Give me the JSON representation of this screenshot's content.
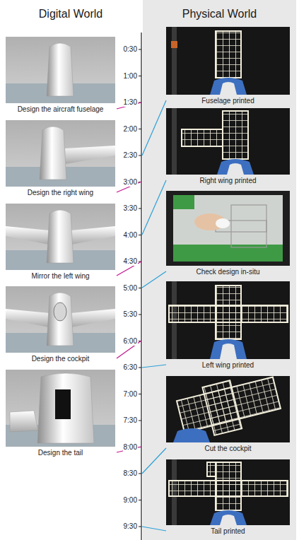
{
  "diagram": {
    "nodes": [
      {
        "text": [
          "Design the aircraft fuselage"
        ]
      },
      {
        "text": [
          "Design the right wing"
        ]
      },
      {
        "text": [
          "Mirror the left wing"
        ]
      },
      {
        "text": [
          "Design the cockpit"
        ]
      },
      {
        "text": [
          "Design the tail"
        ]
      },
      {
        "text": [
          "Fuselage printed"
        ]
      },
      {
        "text": [
          "Right wing printed"
        ]
      },
      {
        "text": [
          "Check design in-situ"
        ]
      },
      {
        "text": [
          "Left wing printed"
        ]
      },
      {
        "text": [
          "Cut the cockpit"
        ]
      },
      {
        "text": [
          "Tail printed"
        ]
      }
    ],
    "labels": [
      "Digital World",
      "Physical World",
      "0:30",
      "1:00",
      "1:30",
      "2:00",
      "2:30",
      "3:00",
      "3:30",
      "4:00",
      "4:30",
      "5:00",
      "5:30",
      "6:00",
      "6:30",
      "7:00",
      "7:30",
      "8:00",
      "8:30",
      "9:00",
      "9:30"
    ]
  }
}
